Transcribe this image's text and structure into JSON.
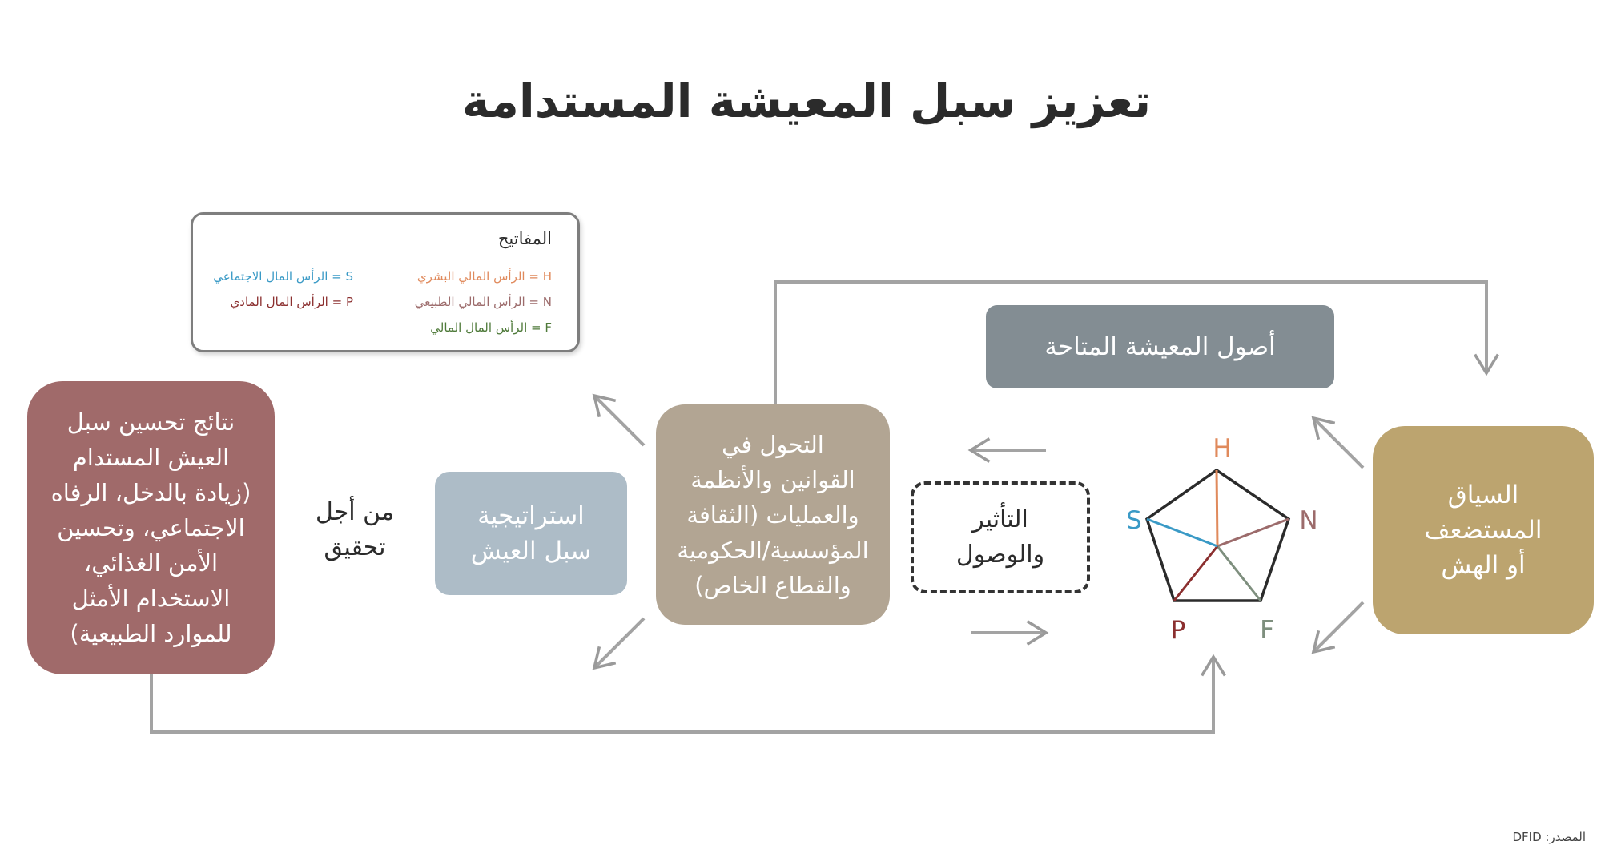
{
  "title": "تعزيز سبل المعيشة المستدامة",
  "legend": {
    "title": "المفاتيح",
    "items": [
      {
        "text": "H = الرأس المالي البشري",
        "color": "#e08a5c"
      },
      {
        "text": "N = الرأس المالي الطبيعي",
        "color": "#9c6b6b"
      },
      {
        "text": "F = الرأس المال المالي",
        "color": "#4f7a3a"
      },
      {
        "text": "S = الرأس المال الاجتماعي",
        "color": "#3a9ac6"
      },
      {
        "text": "P = الرأس المال المادي",
        "color": "#8b2f2f"
      }
    ]
  },
  "boxes": {
    "outcomes": "نتائج تحسين سبل\nالعيش المستدام\n(زيادة بالدخل، الرفاه\nالاجتماعي، وتحسين\nالأمن الغذائي،\nالاستخدام الأمثل\nللموارد الطبيعية)",
    "for_achieving": "من أجل\nتحقيق",
    "strategy": "استراتيجية\nسبل العيش",
    "transformation": "التحول في\nالقوانين والأنظمة\nوالعمليات (الثقافة\nالمؤسسية/الحكومية\nوالقطاع الخاص)",
    "influence": "التأثير\nوالوصول",
    "assets": "أصول المعيشة المتاحة",
    "vulnerability": "السياق\nالمستضعف\nأو الهش"
  },
  "pentagon": {
    "labels": {
      "H": "H",
      "N": "N",
      "F": "F",
      "P": "P",
      "S": "S"
    },
    "colors": {
      "H": "#e08a5c",
      "N": "#9c6b6b",
      "F": "#7e8f7e",
      "P": "#8b2f2f",
      "S": "#3a9ac6"
    }
  },
  "source": "المصدر: DFID"
}
